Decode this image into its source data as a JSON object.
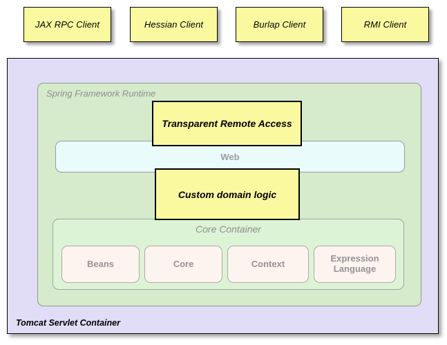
{
  "clients": [
    {
      "label": "JAX RPC Client"
    },
    {
      "label": "Hessian Client"
    },
    {
      "label": "Burlap Client"
    },
    {
      "label": "RMI Client"
    }
  ],
  "tomcat": {
    "label": "Tomcat Servlet Container",
    "fill_color": "#e2ddf7"
  },
  "spring_runtime": {
    "label": "Spring Framework Runtime",
    "fill_color": "#d6ebcc"
  },
  "web": {
    "label": "Web",
    "fill_color": "#eafbfc"
  },
  "highlights": [
    {
      "label": "Transparent Remote Access"
    },
    {
      "label": "Custom domain logic"
    }
  ],
  "core_container": {
    "label": "Core Container",
    "fill_color": "#ddf3d5",
    "modules": [
      {
        "label": "Beans"
      },
      {
        "label": "Core"
      },
      {
        "label": "Context"
      },
      {
        "label": "Expression Language"
      }
    ]
  },
  "colors": {
    "client_fill": "#fbf9a0",
    "highlight_fill": "#fbf9a0",
    "module_fill": "#fdf3ef",
    "muted_text": "#8d8d8d"
  }
}
